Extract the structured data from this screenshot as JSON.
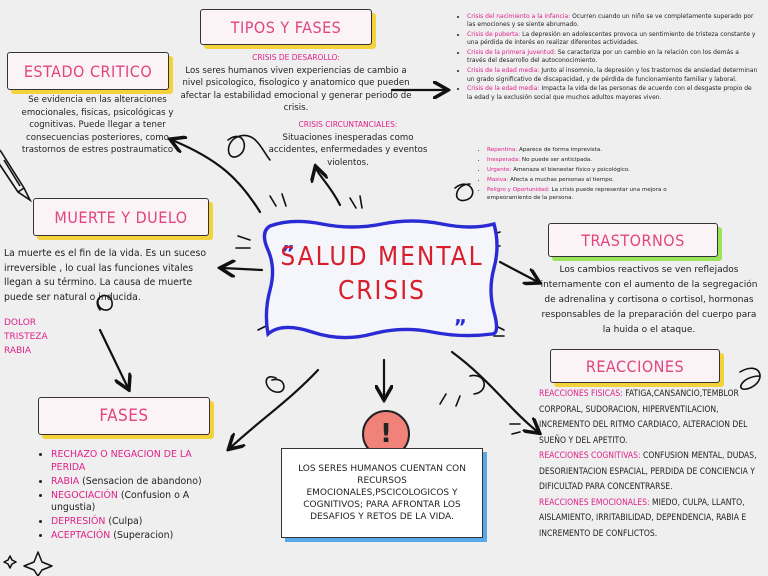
{
  "titles": {
    "tipos": "TIPOS Y FASES",
    "estado": "ESTADO CRITICO",
    "muerte": "MUERTE Y DUELO",
    "trastornos": "TRASTORNOS",
    "reacciones": "REACCIONES",
    "fases": "FASES",
    "center_line1": "SALUD MENTAL",
    "center_line2": "CRISIS"
  },
  "tipos": {
    "desarrollo_head": "CRISIS DE DESAROLLO:",
    "desarrollo_text": "Los seres humanos viven experiencias de cambio a nivel psicologico, fisologico y anatomico que pueden afectar la estabilidad emocional y generar periodo de crisis.",
    "circ_head": "CRISIS CIRCUNTANCIALES:",
    "circ_text": "Situaciones inesperadas como accidentes, enfermedades y eventos violentos."
  },
  "estado_text": "Se evidencia en las alteraciones emocionales, fisicas, psicológicas y cognitivas. Puede llegar a tener consecuencias posteriores, como trastornos de estres postraumatico",
  "muerte": {
    "text": "La muerte es el fin de la vida. Es un suceso irreversible , lo cual las funciones vitales llegan a su término. La causa de muerte puede ser natural o inducida.",
    "items": [
      "DOLOR",
      "TRISTEZA",
      "RABIA"
    ]
  },
  "crisis_list": [
    {
      "head": "Crisis del nacimiento a la infancia:",
      "text": " Ocurren cuando un niño se ve completamente superado por las emociones y se siente abrumado."
    },
    {
      "head": "Crisis de puberta:",
      "text": " La depresión en adolescentes provoca un sentimiento de tristeza constante y una pérdida de interés en realizar diferentes actividades."
    },
    {
      "head": "Crisis de la primera juventud:",
      "text": " Se caracteriza por un cambio en la relación con los demás a través del desarrollo del autoconocimiento."
    },
    {
      "head": "Crisis de la edad media:",
      "text": " Junto al insomnio, la depresión y los trastornos de ansiedad determinan un grado significativo de discapacidad, y de pérdida de funcionamiento familiar y laboral."
    },
    {
      "head": "Crisis de la edad media:",
      "text": " Impacta la vida de las personas de acuerdo con el desgaste propio de la edad y la exclusión social que muchos adultos mayores viven."
    }
  ],
  "features_list": [
    {
      "head": "Repentina:",
      "text": " Aparece de forma imprevista."
    },
    {
      "head": "Inesperada:",
      "text": " No puede ser anticipada."
    },
    {
      "head": "Urgente:",
      "text": " Amenaza el bienestar físico y psicológico."
    },
    {
      "head": "Masiva:",
      "text": " Afecta a muchas personas al tiempo."
    },
    {
      "head": "Peligro y Oportunidad:",
      "text": " La crisis puede representar una mejora o empeoramiento de la persona."
    }
  ],
  "trastornos_text": "Los cambios reactivos se ven reflejados internamente con el aumento de la segregación de adrenalina y cortisona o cortisol, hormonas responsables de la preparación del cuerpo para la huida o el ataque.",
  "reacciones": [
    {
      "head": "REACCIONES FISICAS:",
      "text": " FATIGA,CANSANCIO,TEMBLOR CORPORAL, SUDORACION, HIPERVENTILACION, INCREMENTO DEL RITMO CARDIACO, ALTERACION DEL SUEÑO Y DEL APETITO."
    },
    {
      "head": "REACCIONES COGNITIVAS:",
      "text": " CONFUSION MENTAL, DUDAS, DESORIENTACION ESPACIAL, PERDIDA DE CONCIENCIA Y DIFICULTAD PARA CONCENTRARSE."
    },
    {
      "head": "REACCIONES EMOCIONALES:",
      "text": " MIEDO, CULPA, LLANTO, AISLAMIENTO, IRRITABILIDAD, DEPENDENCIA, RABIA E INCREMENTO DE CONFLICTOS."
    }
  ],
  "fases_list": [
    {
      "head": "RECHAZO O NEGACION DE LA PERIDA",
      "text": ""
    },
    {
      "head": "RABIA",
      "text": " (Sensacion de abandono)"
    },
    {
      "head": "NEGOCIACIÓN",
      "text": " (Confusion o A ungustia)"
    },
    {
      "head": "DEPRESIÓN",
      "text": " (Culpa)"
    },
    {
      "head": "ACEPTACIÓN",
      "text": " (Superacion)"
    }
  ],
  "center_bottom_text": "LOS SERES HUMANOS CUENTAN CON RECURSOS EMOCIONALES,PSCICOLOGICOS Y COGNITIVOS; PARA AFRONTAR LOS DESAFIOS Y RETOS DE LA VIDA.",
  "icons": {
    "warning": "!"
  },
  "colors": {
    "accent_pink": "#e0208a",
    "title_pink": "#e0457f",
    "center_red": "#d91e2b",
    "frame_blue": "#2b2bd6"
  }
}
